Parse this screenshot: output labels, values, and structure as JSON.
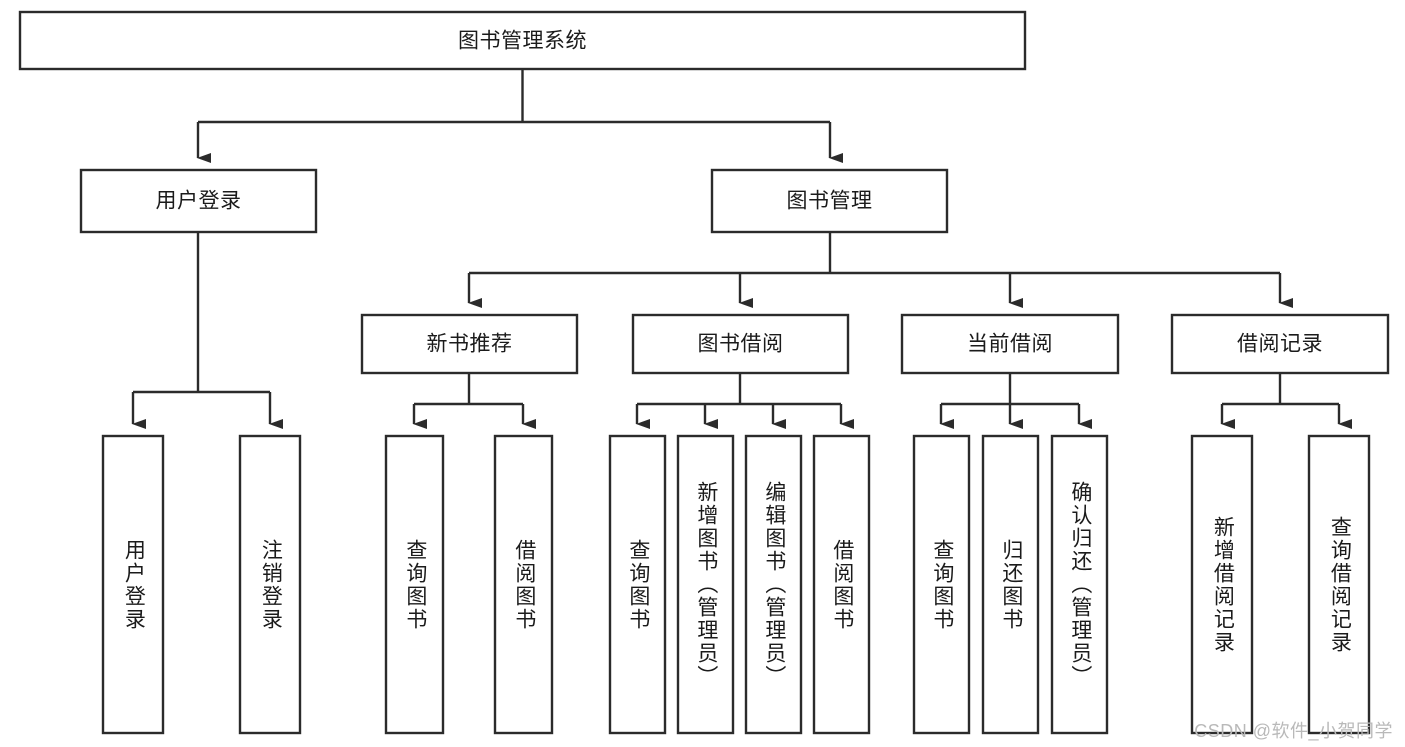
{
  "diagram": {
    "type": "tree",
    "title": "图书管理系统",
    "root": {
      "id": "root",
      "label": "图书管理系统"
    },
    "level2": [
      {
        "id": "user-login",
        "label": "用户登录"
      },
      {
        "id": "book-management",
        "label": "图书管理"
      }
    ],
    "level3": [
      {
        "id": "new-book-recommend",
        "label": "新书推荐",
        "parent": "book-management"
      },
      {
        "id": "book-borrow",
        "label": "图书借阅",
        "parent": "book-management"
      },
      {
        "id": "current-borrow",
        "label": "当前借阅",
        "parent": "book-management"
      },
      {
        "id": "borrow-record",
        "label": "借阅记录",
        "parent": "book-management"
      }
    ],
    "leaves": [
      {
        "id": "leaf-user-login",
        "label": "用户登录",
        "parent": "user-login"
      },
      {
        "id": "leaf-logout-login",
        "label": "注销登录",
        "parent": "user-login"
      },
      {
        "id": "leaf-query-book-1",
        "label": "查询图书",
        "parent": "new-book-recommend"
      },
      {
        "id": "leaf-borrow-book-1",
        "label": "借阅图书",
        "parent": "new-book-recommend"
      },
      {
        "id": "leaf-query-book-2",
        "label": "查询图书",
        "parent": "book-borrow"
      },
      {
        "id": "leaf-add-book",
        "label": "新增图书（管理员）",
        "parent": "book-borrow"
      },
      {
        "id": "leaf-edit-book",
        "label": "编辑图书（管理员）",
        "parent": "book-borrow"
      },
      {
        "id": "leaf-borrow-book-2",
        "label": "借阅图书",
        "parent": "book-borrow"
      },
      {
        "id": "leaf-query-book-3",
        "label": "查询图书",
        "parent": "current-borrow"
      },
      {
        "id": "leaf-return-book",
        "label": "归还图书",
        "parent": "current-borrow"
      },
      {
        "id": "leaf-confirm-return",
        "label": "确认归还（管理员）",
        "parent": "current-borrow"
      },
      {
        "id": "leaf-add-record",
        "label": "新增借阅记录",
        "parent": "borrow-record"
      },
      {
        "id": "leaf-query-record",
        "label": "查询借阅记录",
        "parent": "borrow-record"
      }
    ]
  },
  "watermark": {
    "text": "CSDN @软件_小贺同学"
  },
  "colors": {
    "stroke": "#2b2b2b",
    "fill": "#ffffff",
    "text": "#1b1b1b",
    "watermark": "#b9b9b9"
  }
}
